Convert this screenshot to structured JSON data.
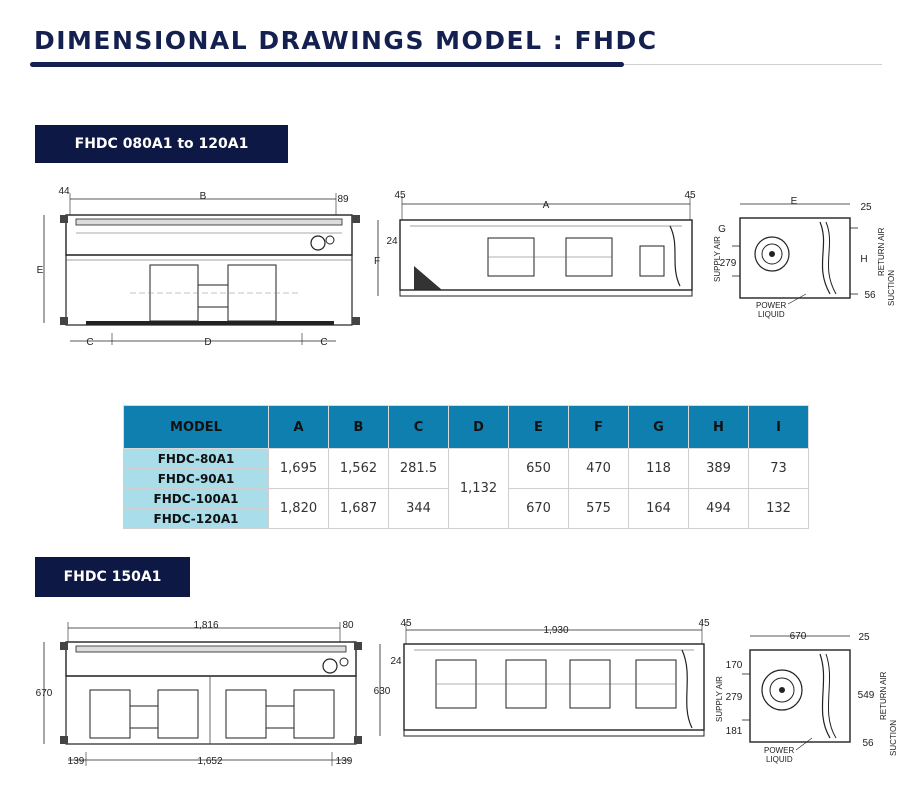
{
  "page": {
    "title": "DIMENSIONAL DRAWINGS MODEL : FHDC"
  },
  "section1": {
    "label": "FHDC 080A1 to 120A1",
    "front": {
      "left": "44",
      "top": "B",
      "right": "89",
      "height": "E",
      "bottom_left": "C",
      "bottom_mid": "D",
      "bottom_right": "C"
    },
    "side": {
      "left": "45",
      "top": "A",
      "right": "45",
      "offset": "24",
      "height": "F"
    },
    "end": {
      "top": "E",
      "top_right": "25",
      "left_top": "G",
      "left_mid": "279",
      "right_mid": "H",
      "bottom_right": "56",
      "supply": "SUPPLY AIR",
      "return": "RETURN AIR",
      "suction": "SUCTION",
      "power": "POWER",
      "liquid": "LIQUID"
    }
  },
  "table": {
    "headers": [
      "MODEL",
      "A",
      "B",
      "C",
      "D",
      "E",
      "F",
      "G",
      "H",
      "I"
    ],
    "models": [
      "FHDC-80A1",
      "FHDC-90A1",
      "FHDC-100A1",
      "FHDC-120A1"
    ],
    "group1": {
      "A": "1,695",
      "B": "1,562",
      "C": "281.5",
      "E": "650",
      "F": "470",
      "G": "118",
      "H": "389",
      "I": "73"
    },
    "group2": {
      "A": "1,820",
      "B": "1,687",
      "C": "344",
      "E": "670",
      "F": "575",
      "G": "164",
      "H": "494",
      "I": "132"
    },
    "D": "1,132"
  },
  "section2": {
    "label": "FHDC 150A1",
    "front": {
      "top": "1,816",
      "right": "80",
      "height": "670",
      "bottom_left": "139",
      "bottom_mid": "1,652",
      "bottom_right": "139"
    },
    "side": {
      "left": "45",
      "top": "1,930",
      "right": "45",
      "offset": "24",
      "height": "630"
    },
    "end": {
      "top": "670",
      "top_right": "25",
      "left_top": "170",
      "left_mid": "279",
      "left_bottom": "181",
      "right_mid": "549",
      "bottom_right": "56",
      "supply": "SUPPLY AIR",
      "return": "RETURN AIR",
      "suction": "SUCTION",
      "power": "POWER",
      "liquid": "LIQUID"
    }
  }
}
